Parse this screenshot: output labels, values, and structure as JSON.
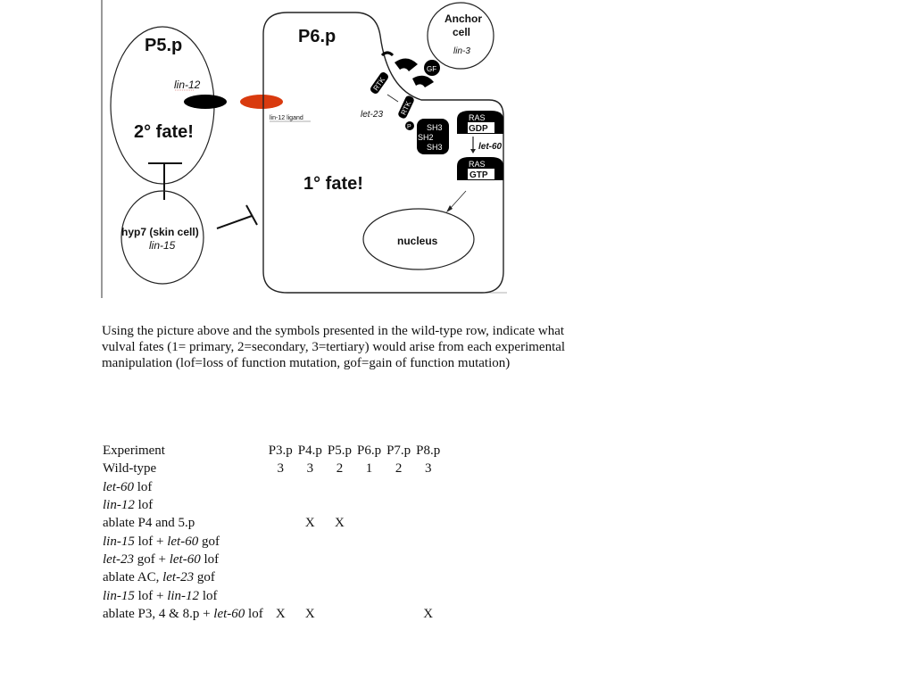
{
  "diagram": {
    "labels": {
      "p5": "P5.p",
      "p6": "P6.p",
      "anchor": "Anchor\ncell",
      "lin3": "lin-3",
      "gf": "GF",
      "lin12": "lin-12",
      "lin12_ligand": "lin-12 ligand",
      "let23": "let-23",
      "rtk1": "RTK",
      "rtk2": "RTK",
      "p": "P",
      "sh3a": "SH3",
      "sh2": "SH2",
      "sh3b": "SH3",
      "ras1": "RAS",
      "gdp": "GDP",
      "let60": "let-60",
      "ras2": "RAS",
      "gtp": "GTP",
      "fate2": "2° fate!",
      "fate1": "1° fate!",
      "hyp7": "hyp7 (skin cell)",
      "lin15": "lin-15",
      "nucleus": "nucleus"
    },
    "colors": {
      "lin12_receptor": "#000000",
      "lin12_ligand": "#d93a0e"
    }
  },
  "instructions": "Using the picture above and the symbols presented in the wild-type row, indicate what vulval fates (1= primary, 2=secondary, 3=tertiary) would arise from each experimental manipulation (lof=loss of function mutation, gof=gain of function mutation)",
  "table": {
    "header": {
      "experiment": "Experiment",
      "cols": [
        "P3.p",
        "P4.p",
        "P5.p",
        "P6.p",
        "P7.p",
        "P8.p"
      ]
    },
    "rows": [
      {
        "parts": [
          {
            "t": "Wild-type",
            "i": false
          }
        ],
        "cells": [
          "3",
          "3",
          "2",
          "1",
          "2",
          "3"
        ]
      },
      {
        "parts": [
          {
            "t": "let-60",
            "i": true
          },
          {
            "t": " lof",
            "i": false
          }
        ],
        "cells": [
          "",
          "",
          "",
          "",
          "",
          ""
        ]
      },
      {
        "parts": [
          {
            "t": "lin-12",
            "i": true
          },
          {
            "t": " lof",
            "i": false
          }
        ],
        "cells": [
          "",
          "",
          "",
          "",
          "",
          ""
        ]
      },
      {
        "parts": [
          {
            "t": "ablate P4 and 5.p",
            "i": false
          }
        ],
        "cells": [
          "",
          "X",
          "X",
          "",
          "",
          ""
        ]
      },
      {
        "parts": [
          {
            "t": "lin-15",
            "i": true
          },
          {
            "t": " lof + ",
            "i": false
          },
          {
            "t": "let-60",
            "i": true
          },
          {
            "t": " gof",
            "i": false
          }
        ],
        "cells": [
          "",
          "",
          "",
          "",
          "",
          ""
        ]
      },
      {
        "parts": [
          {
            "t": "let-23",
            "i": true
          },
          {
            "t": " gof + ",
            "i": false
          },
          {
            "t": "let-60",
            "i": true
          },
          {
            "t": " lof",
            "i": false
          }
        ],
        "cells": [
          "",
          "",
          "",
          "",
          "",
          ""
        ]
      },
      {
        "parts": [
          {
            "t": "ablate AC, ",
            "i": false
          },
          {
            "t": "let-23",
            "i": true
          },
          {
            "t": " gof",
            "i": false
          }
        ],
        "cells": [
          "",
          "",
          "",
          "",
          "",
          ""
        ]
      },
      {
        "parts": [
          {
            "t": "lin-15",
            "i": true
          },
          {
            "t": " lof + ",
            "i": false
          },
          {
            "t": "lin-12",
            "i": true
          },
          {
            "t": " lof",
            "i": false
          }
        ],
        "cells": [
          "",
          "",
          "",
          "",
          "",
          ""
        ]
      },
      {
        "parts": [
          {
            "t": "ablate P3, 4 & 8.p + ",
            "i": false
          },
          {
            "t": "let-60",
            "i": true
          },
          {
            "t": " lof",
            "i": false
          }
        ],
        "cells": [
          "X",
          "X",
          "",
          "",
          "",
          "X"
        ]
      }
    ]
  }
}
